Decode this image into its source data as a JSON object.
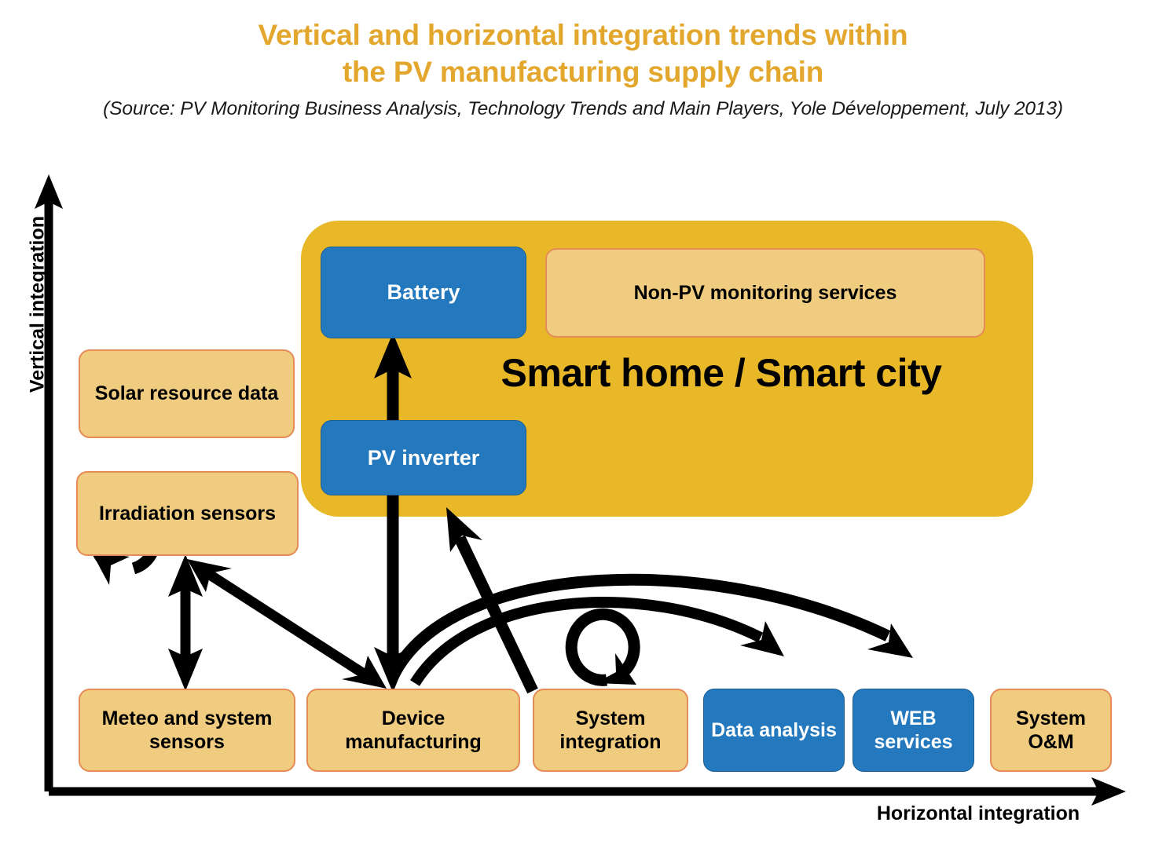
{
  "header": {
    "title_line1": "Vertical and horizontal integration trends within",
    "title_line2": "the PV manufacturing supply chain",
    "source": "(Source: PV Monitoring Business Analysis, Technology Trends and Main Players, Yole Développement, July 2013)",
    "title_color": "#e3a72e"
  },
  "axes": {
    "vertical_label": "Vertical integration",
    "horizontal_label": "Horizontal integration",
    "axis_color": "#000000"
  },
  "colors": {
    "gold_container": "#e8b828",
    "tan_box_fill": "#efcc80",
    "tan_box_border": "#e58b55",
    "blue_box_fill": "#2478bd",
    "blue_box_border": "#1b5f96",
    "arrow": "#000000",
    "background": "#ffffff"
  },
  "smart_home": {
    "label": "Smart home / Smart city",
    "children": [
      {
        "id": "battery",
        "label": "Battery",
        "style": "blue"
      },
      {
        "id": "non-pv",
        "label": "Non-PV monitoring services",
        "style": "tan"
      },
      {
        "id": "pv-inverter",
        "label": "PV inverter",
        "style": "blue"
      }
    ]
  },
  "left_nodes": [
    {
      "id": "solar-resource-data",
      "label": "Solar resource data",
      "style": "tan"
    },
    {
      "id": "irradiation-sensors",
      "label": "Irradiation sensors",
      "style": "tan"
    }
  ],
  "bottom_nodes": [
    {
      "id": "meteo-system-sensors",
      "label": "Meteo and system sensors",
      "style": "tan"
    },
    {
      "id": "device-manufacturing",
      "label": "Device manufacturing",
      "style": "tan"
    },
    {
      "id": "system-integration",
      "label": "System integration",
      "style": "tan"
    },
    {
      "id": "data-analysis",
      "label": "Data analysis",
      "style": "blue"
    },
    {
      "id": "web-services",
      "label": "WEB services",
      "style": "blue"
    },
    {
      "id": "system-om",
      "label": "System O&M",
      "style": "tan"
    }
  ],
  "connectors": [
    {
      "id": "pv-inverter-to-battery",
      "kind": "straight-arrow",
      "from": "pv-inverter",
      "to": "battery",
      "heads": "one"
    },
    {
      "id": "pv-inverter-to-device-manufacturing",
      "kind": "straight-arrow",
      "from": "pv-inverter",
      "to": "device-manufacturing",
      "heads": "one"
    },
    {
      "id": "system-integration-to-pv-inverter",
      "kind": "straight-arrow",
      "from": "system-integration",
      "to": "pv-inverter",
      "heads": "one"
    },
    {
      "id": "irradiation-sensors-self-loop",
      "kind": "self-loop",
      "from": "irradiation-sensors",
      "to": "irradiation-sensors",
      "heads": "one"
    },
    {
      "id": "irradiation-sensors-to-meteo-system-sensors",
      "kind": "straight-arrow",
      "from": "irradiation-sensors",
      "to": "meteo-system-sensors",
      "heads": "two"
    },
    {
      "id": "irradiation-sensors-to-device-manufacturing",
      "kind": "straight-arrow",
      "from": "irradiation-sensors",
      "to": "device-manufacturing",
      "heads": "two"
    },
    {
      "id": "system-integration-self-loop",
      "kind": "self-loop",
      "from": "system-integration",
      "to": "system-integration",
      "heads": "one"
    },
    {
      "id": "device-manufacturing-to-data-analysis",
      "kind": "curved-arrow",
      "from": "device-manufacturing",
      "to": "data-analysis",
      "heads": "one"
    },
    {
      "id": "device-manufacturing-to-web-services",
      "kind": "curved-arrow",
      "from": "device-manufacturing",
      "to": "web-services",
      "heads": "one"
    }
  ]
}
